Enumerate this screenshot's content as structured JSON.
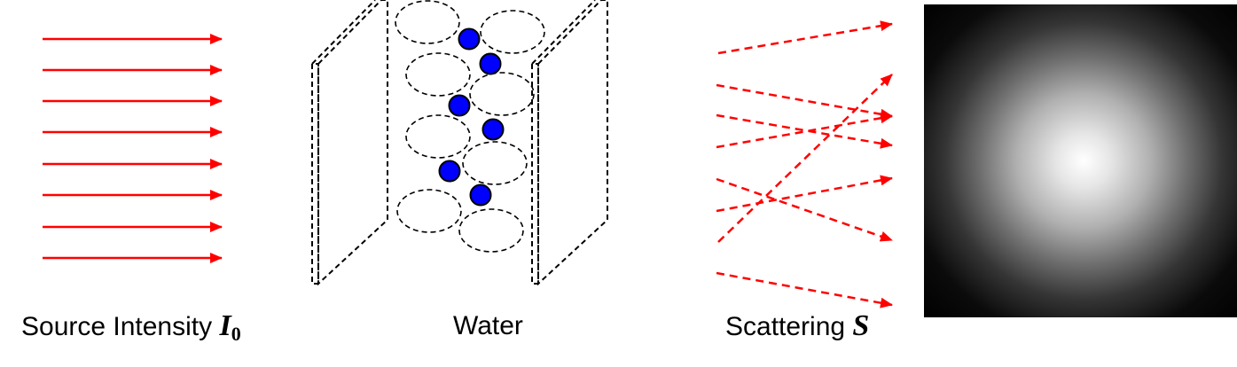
{
  "captions": {
    "source_text": "Source Intensity",
    "source_symbol": "I",
    "source_subscript": "0",
    "water": "Water",
    "scattering_text": "Scattering",
    "scattering_symbol": "S"
  },
  "colors": {
    "beam": "#ff0000",
    "particle_fill": "#0000ff",
    "outline": "#000000",
    "background": "#ffffff"
  },
  "panels": [
    "source-beam",
    "water-sample",
    "scattered-rays",
    "detector-image"
  ]
}
